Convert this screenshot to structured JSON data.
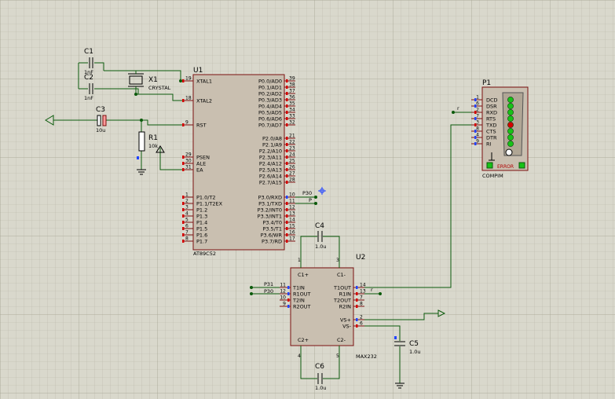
{
  "components": {
    "c1": {
      "ref": "C1",
      "value": "1nF"
    },
    "c2": {
      "ref": "C2",
      "value": "1nF"
    },
    "c3": {
      "ref": "C3",
      "value": "10u"
    },
    "c4": {
      "ref": "C4",
      "value": "1.0u"
    },
    "c5": {
      "ref": "C5",
      "value": "1.0u"
    },
    "c6": {
      "ref": "C6",
      "value": "1.0u"
    },
    "r1": {
      "ref": "R1",
      "value": "10k"
    },
    "x1": {
      "ref": "X1",
      "value": "CRYSTAL"
    },
    "u1": {
      "ref": "U1",
      "part": "AT89C52"
    },
    "u2": {
      "ref": "U2",
      "part": "MAX232"
    },
    "p1": {
      "ref": "P1",
      "part": "COMPIM",
      "error": "ERROR"
    }
  },
  "u1_left_pins": [
    {
      "num": "19",
      "name": "XTAL1"
    },
    {
      "num": "18",
      "name": "XTAL2"
    },
    {
      "num": "9",
      "name": "RST"
    },
    {
      "num": "29",
      "name": "PSEN"
    },
    {
      "num": "30",
      "name": "ALE"
    },
    {
      "num": "31",
      "name": "EA"
    },
    {
      "num": "1",
      "name": "P1.0/T2"
    },
    {
      "num": "2",
      "name": "P1.1/T2EX"
    },
    {
      "num": "3",
      "name": "P1.2"
    },
    {
      "num": "4",
      "name": "P1.3"
    },
    {
      "num": "5",
      "name": "P1.4"
    },
    {
      "num": "6",
      "name": "P1.5"
    },
    {
      "num": "7",
      "name": "P1.6"
    },
    {
      "num": "8",
      "name": "P1.7"
    }
  ],
  "u1_right_pins": [
    {
      "num": "39",
      "name": "P0.0/AD0"
    },
    {
      "num": "38",
      "name": "P0.1/AD1"
    },
    {
      "num": "37",
      "name": "P0.2/AD2"
    },
    {
      "num": "36",
      "name": "P0.3/AD3"
    },
    {
      "num": "35",
      "name": "P0.4/AD4"
    },
    {
      "num": "34",
      "name": "P0.5/AD5"
    },
    {
      "num": "33",
      "name": "P0.6/AD6"
    },
    {
      "num": "32",
      "name": "P0.7/AD7"
    },
    {
      "num": "21",
      "name": "P2.0/A8"
    },
    {
      "num": "22",
      "name": "P2.1/A9"
    },
    {
      "num": "23",
      "name": "P2.2/A10"
    },
    {
      "num": "24",
      "name": "P2.3/A11"
    },
    {
      "num": "25",
      "name": "P2.4/A12"
    },
    {
      "num": "26",
      "name": "P2.5/A13"
    },
    {
      "num": "27",
      "name": "P2.6/A14"
    },
    {
      "num": "28",
      "name": "P2.7/A15"
    },
    {
      "num": "10",
      "name": "P3.0/RXD"
    },
    {
      "num": "11",
      "name": "P3.1/TXD"
    },
    {
      "num": "12",
      "name": "P3.2/INT0"
    },
    {
      "num": "13",
      "name": "P3.3/INT1"
    },
    {
      "num": "14",
      "name": "P3.4/T0"
    },
    {
      "num": "15",
      "name": "P3.5/T1"
    },
    {
      "num": "16",
      "name": "P3.6/WR"
    },
    {
      "num": "17",
      "name": "P3.7/RD"
    }
  ],
  "u2_left_pins": [
    {
      "num": "11",
      "name": "T1IN"
    },
    {
      "num": "12",
      "name": "R1OUT"
    },
    {
      "num": "10",
      "name": "T2IN"
    },
    {
      "num": "9",
      "name": "R2OUT"
    }
  ],
  "u2_right_pins": [
    {
      "num": "14",
      "name": "T1OUT"
    },
    {
      "num": "13",
      "name": "R1IN"
    },
    {
      "num": "7",
      "name": "T2OUT"
    },
    {
      "num": "8",
      "name": "R2IN"
    },
    {
      "num": "2",
      "name": "VS+"
    },
    {
      "num": "6",
      "name": "VS-"
    }
  ],
  "u2_top_pins": [
    {
      "num": "1",
      "name": "C1+"
    },
    {
      "num": "3",
      "name": "C1-"
    }
  ],
  "u2_bottom_pins": [
    {
      "num": "4",
      "name": "C2+"
    },
    {
      "num": "5",
      "name": "C2-"
    }
  ],
  "p1_pins": [
    {
      "num": "1",
      "name": "DCD",
      "led": "#17c217"
    },
    {
      "num": "6",
      "name": "DSR",
      "led": "#17c217"
    },
    {
      "num": "2",
      "name": "RXD",
      "led": "#17c217"
    },
    {
      "num": "7",
      "name": "RTS",
      "led": "#17c217"
    },
    {
      "num": "3",
      "name": "TXD",
      "led": "#d40000"
    },
    {
      "num": "8",
      "name": "CTS",
      "led": "#17c217"
    },
    {
      "num": "4",
      "name": "DTR",
      "led": "#17c217"
    },
    {
      "num": "9",
      "name": "RI",
      "led": "#17c217"
    }
  ],
  "net_labels": {
    "p30_u1": "P30",
    "p31_u1": "P",
    "p31_u2": "P31",
    "p30_u2": "P30",
    "p1_r": "r",
    "u2_r": "r"
  },
  "colors": {
    "grid_bg": "#d9d8cc",
    "wire": "#0b5a0b",
    "body": "#c9bfb0",
    "lead": "#7a1010",
    "led_green": "#17c217",
    "led_red": "#d40000"
  }
}
